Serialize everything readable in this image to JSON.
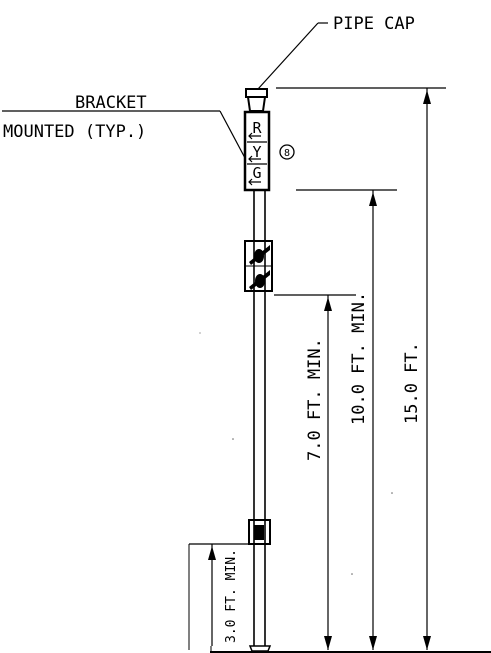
{
  "labels": {
    "pipe_cap": "PIPE CAP",
    "bracket_line1": "BRACKET",
    "bracket_line2": "MOUNTED (TYP.)",
    "signal_note": "8",
    "signal_r": "R",
    "signal_y": "Y",
    "signal_g": "G"
  },
  "dimensions": {
    "dim_15": "15.0 FT.",
    "dim_10": "10.0 FT. MIN.",
    "dim_7": "7.0 FT. MIN.",
    "dim_3": "3.0 FT. MIN."
  },
  "colors": {
    "line": "#000000",
    "background": "#ffffff"
  }
}
